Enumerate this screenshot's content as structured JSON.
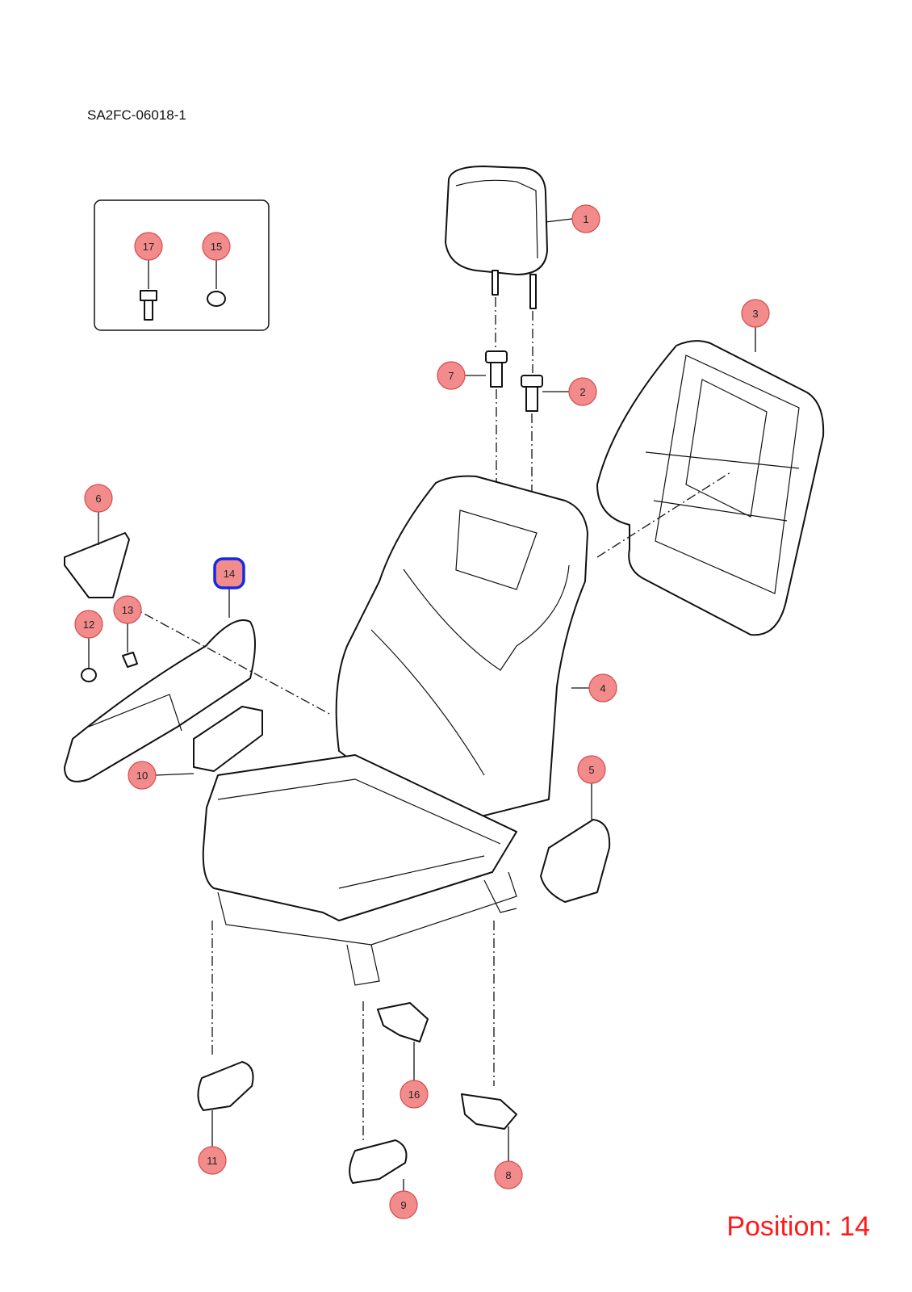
{
  "drawing_code": "SA2FC-06018-1",
  "position_label": "Position: 14",
  "highlight_color": "#1428e6",
  "callout_color": "#f28b8b",
  "callouts": [
    "1",
    "2",
    "3",
    "4",
    "5",
    "6",
    "7",
    "8",
    "9",
    "10",
    "11",
    "12",
    "13",
    "14",
    "15",
    "16",
    "17"
  ]
}
